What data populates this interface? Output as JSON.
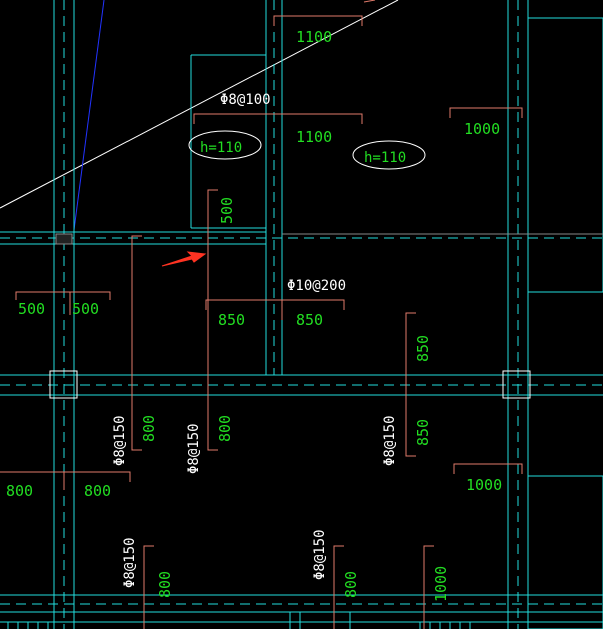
{
  "colors": {
    "background": "#000000",
    "beam_edge": "#22dddd",
    "dimension_line": "#e07a6a",
    "dimension_text": "#22dd22",
    "rebar_text": "#ffffff",
    "slab_outline": "#22dddd",
    "highlight_arrow": "#ff3322",
    "leader_blue": "#2233ff",
    "diagonal_white": "#ffffff"
  },
  "slab_thickness_labels": [
    {
      "id": "h-left",
      "text": "h=110"
    },
    {
      "id": "h-right",
      "text": "h=110"
    }
  ],
  "rebar_labels": [
    {
      "id": "rebar-top",
      "text": "Φ8@100"
    },
    {
      "id": "rebar-mid",
      "text": "Φ10@200"
    },
    {
      "id": "rebar-left-1",
      "text": "Φ8@150"
    },
    {
      "id": "rebar-left-2",
      "text": "Φ8@150"
    },
    {
      "id": "rebar-right-1",
      "text": "Φ8@150"
    },
    {
      "id": "rebar-bottom-1",
      "text": "Φ8@150"
    },
    {
      "id": "rebar-bottom-2",
      "text": "Φ8@150"
    }
  ],
  "dimension_labels": [
    {
      "id": "dim-1100-top",
      "text": "1100"
    },
    {
      "id": "dim-1100-mid",
      "text": "1100"
    },
    {
      "id": "dim-1000-top",
      "text": "1000"
    },
    {
      "id": "dim-500-vert",
      "text": "500"
    },
    {
      "id": "dim-500-left",
      "text": "500"
    },
    {
      "id": "dim-500-left2",
      "text": "500"
    },
    {
      "id": "dim-850-left",
      "text": "850"
    },
    {
      "id": "dim-850-right",
      "text": "850"
    },
    {
      "id": "dim-850-vert",
      "text": "850"
    },
    {
      "id": "dim-850-vert2",
      "text": "850"
    },
    {
      "id": "dim-800-vert1",
      "text": "800"
    },
    {
      "id": "dim-800-vert2",
      "text": "800"
    },
    {
      "id": "dim-800-left",
      "text": "800"
    },
    {
      "id": "dim-800-left2",
      "text": "800"
    },
    {
      "id": "dim-1000-right",
      "text": "1000"
    },
    {
      "id": "dim-800-bottom1",
      "text": "800"
    },
    {
      "id": "dim-800-bottom2",
      "text": "800"
    },
    {
      "id": "dim-1000-bottom",
      "text": "1000"
    }
  ]
}
